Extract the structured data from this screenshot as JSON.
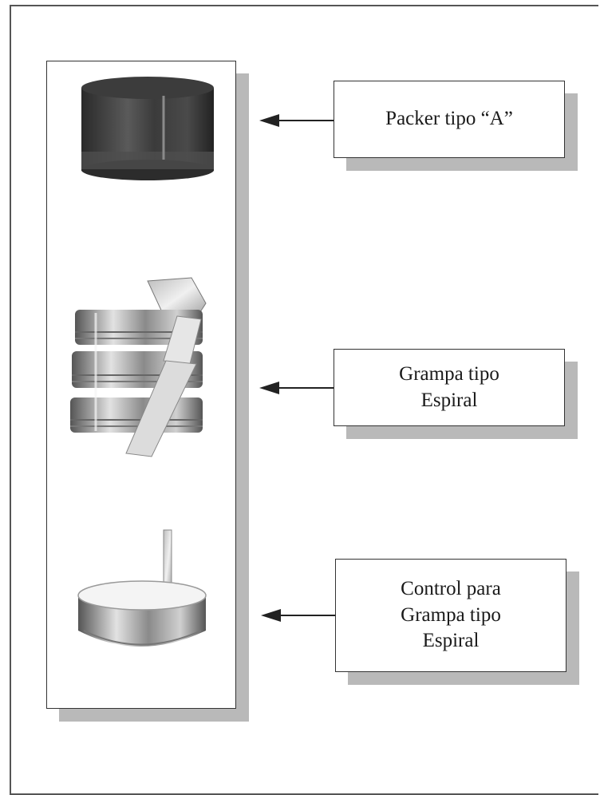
{
  "labels": {
    "packer": {
      "line1": "Packer tipo “A”"
    },
    "grampa": {
      "line1": "Grampa tipo",
      "line2": "Espiral"
    },
    "control": {
      "line1": "Control para",
      "line2": "Grampa tipo",
      "line3": "Espiral"
    }
  },
  "colors": {
    "border": "#333333",
    "shadow": "#b9b9b9",
    "metal_dark": "#3a3a3a",
    "metal_light": "#d8d8d8"
  }
}
